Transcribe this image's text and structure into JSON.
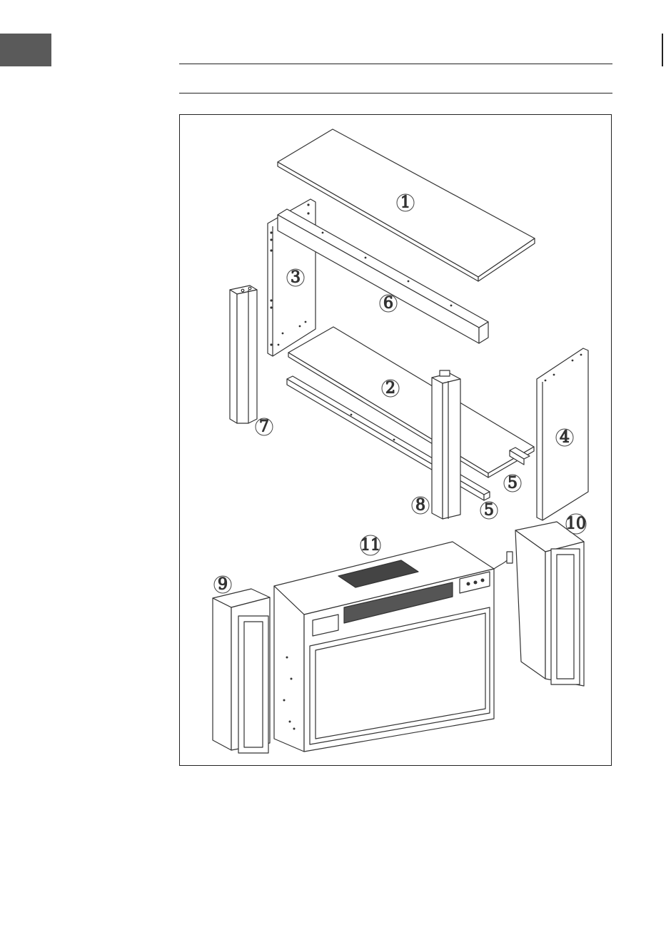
{
  "part_labels": [
    "1",
    "2",
    "3",
    "4",
    "5",
    "5",
    "6",
    "7",
    "8",
    "9",
    "10",
    "11"
  ]
}
